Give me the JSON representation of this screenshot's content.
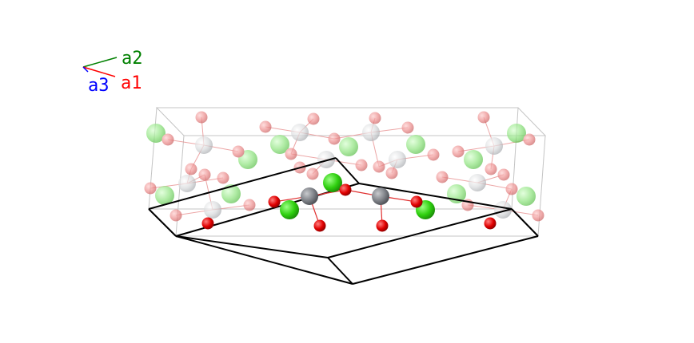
{
  "axis_indicator": {
    "labels": [
      {
        "text": "a2",
        "color": "#008000"
      },
      {
        "text": "a3",
        "color": "#0000ff"
      },
      {
        "text": "a1",
        "color": "#ff0000"
      }
    ]
  },
  "atom_colors": {
    "gray": "#d8dadc",
    "gray_dark": "#8a8d92",
    "green": "#88e67a",
    "green_dark": "#33cc11",
    "red": "#e88585",
    "red_dark": "#dd0000"
  },
  "bond_color": "#e06060",
  "cell_line_color": "#000000",
  "supercell_line_color": "#c0c0c0"
}
